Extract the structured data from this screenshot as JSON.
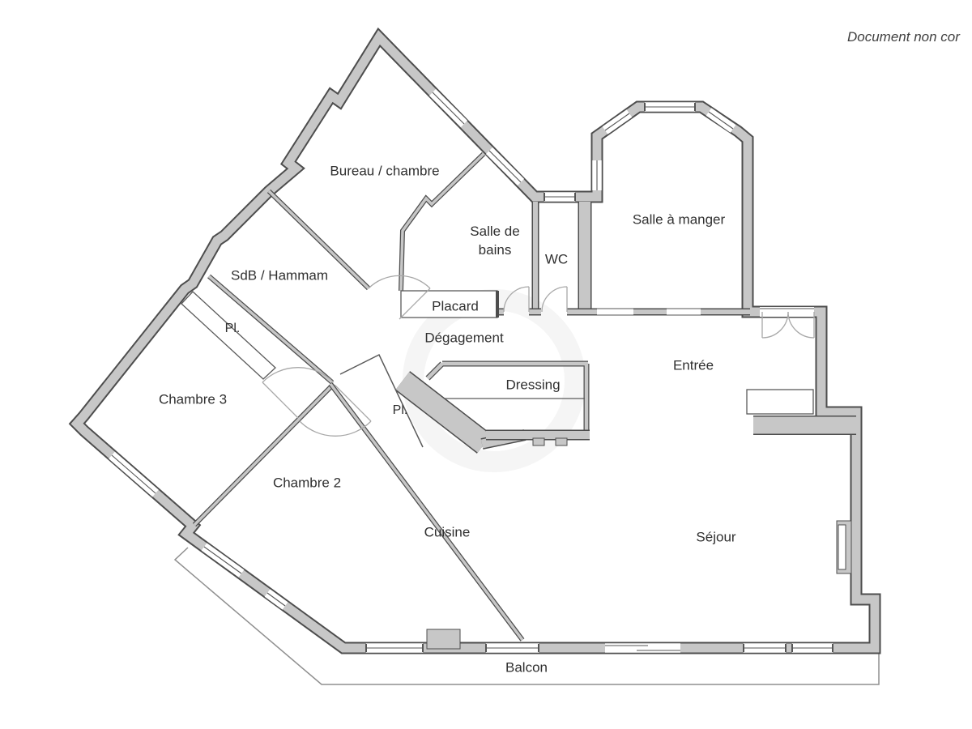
{
  "watermark": {
    "text": "Document non cor"
  },
  "floorplan": {
    "rooms": [
      {
        "id": "bureau-chambre",
        "label": "Bureau / chambre"
      },
      {
        "id": "salle-de-bains",
        "label": "Salle de bains"
      },
      {
        "id": "wc",
        "label": "WC"
      },
      {
        "id": "salle-a-manger",
        "label": "Salle à manger"
      },
      {
        "id": "sdb-hammam",
        "label": "SdB / Hammam"
      },
      {
        "id": "placard",
        "label": "Placard"
      },
      {
        "id": "pl-chambre-3",
        "label": "Pl."
      },
      {
        "id": "degagement",
        "label": "Dégagement"
      },
      {
        "id": "dressing",
        "label": "Dressing"
      },
      {
        "id": "entree",
        "label": "Entrée"
      },
      {
        "id": "chambre-3",
        "label": "Chambre 3"
      },
      {
        "id": "pl-chambre-2",
        "label": "Pl."
      },
      {
        "id": "chambre-2",
        "label": "Chambre 2"
      },
      {
        "id": "cuisine",
        "label": "Cuisine"
      },
      {
        "id": "sejour",
        "label": "Séjour"
      },
      {
        "id": "balcon",
        "label": "Balcon"
      }
    ],
    "colors": {
      "wall_fill": "#c7c7c7",
      "wall_outline": "#4d4d4d",
      "label_text": "#303030",
      "door_arc": "#a8a8a8",
      "watermark_text": "#3f3f3f"
    }
  }
}
